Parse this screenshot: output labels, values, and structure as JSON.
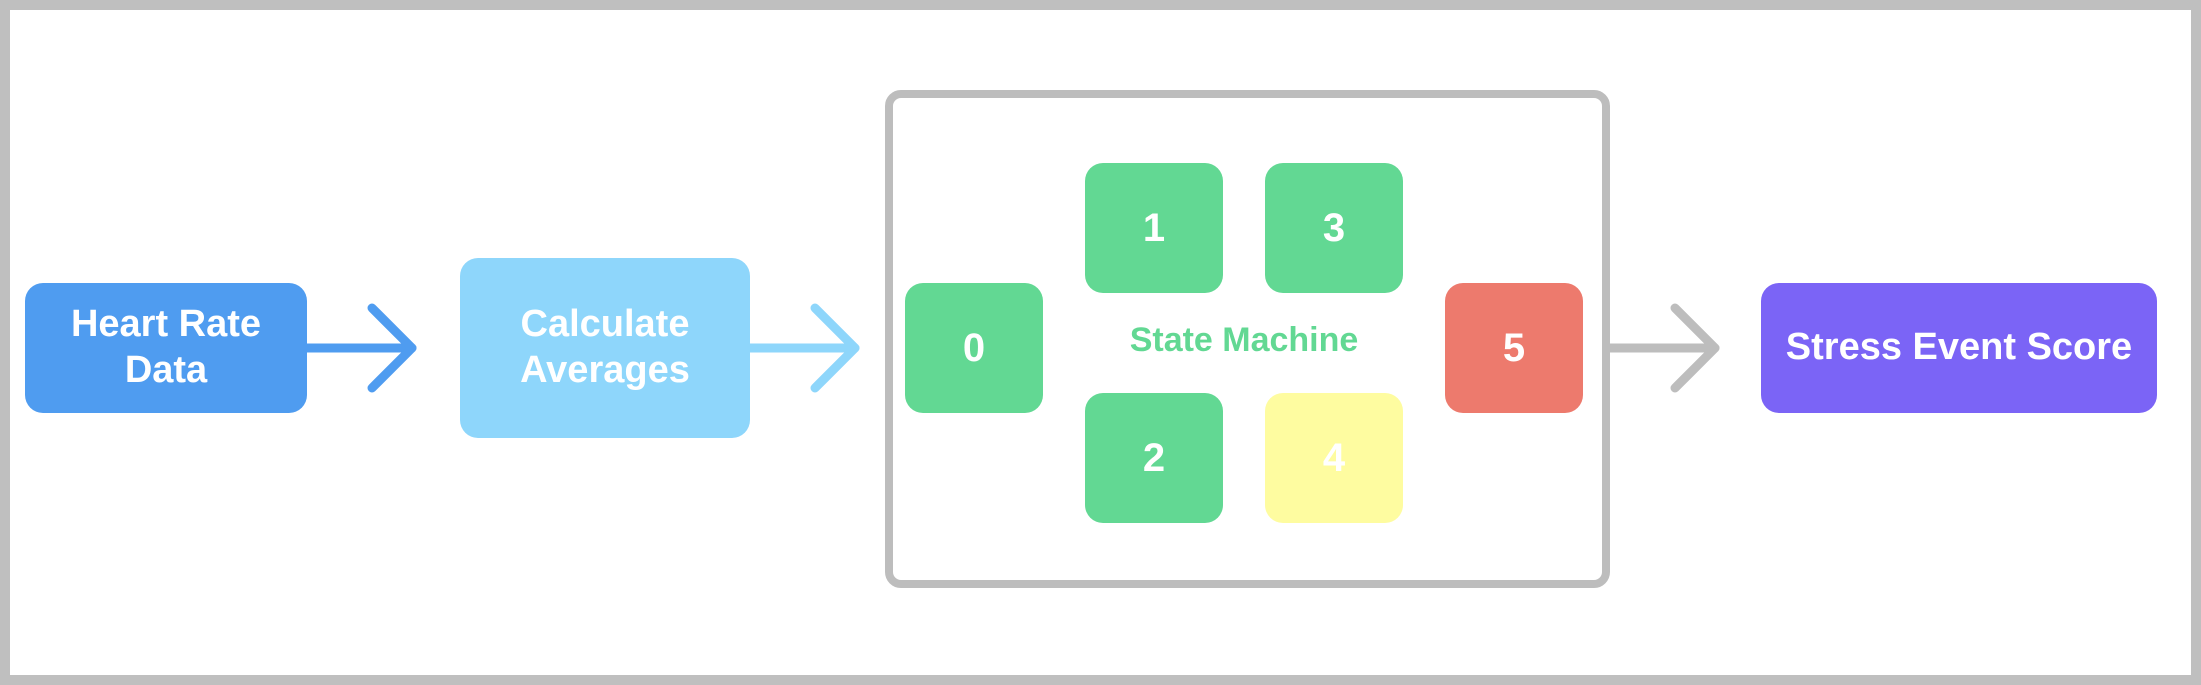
{
  "nodes": {
    "heart_rate": "Heart Rate Data",
    "calculate_averages": "Calculate Averages",
    "stress_event_score": "Stress Event Score"
  },
  "state_machine": {
    "label": "State Machine",
    "states": [
      "0",
      "1",
      "2",
      "3",
      "4",
      "5"
    ]
  },
  "colors": {
    "heart_rate": "#4f9cf0",
    "calculate_averages": "#8ed6fb",
    "stress_event_score": "#7b64f6",
    "state_green": "#62d893",
    "state_yellow": "#fefca0",
    "state_red": "#ed7a6d",
    "frame_gray": "#bdbdbd"
  }
}
